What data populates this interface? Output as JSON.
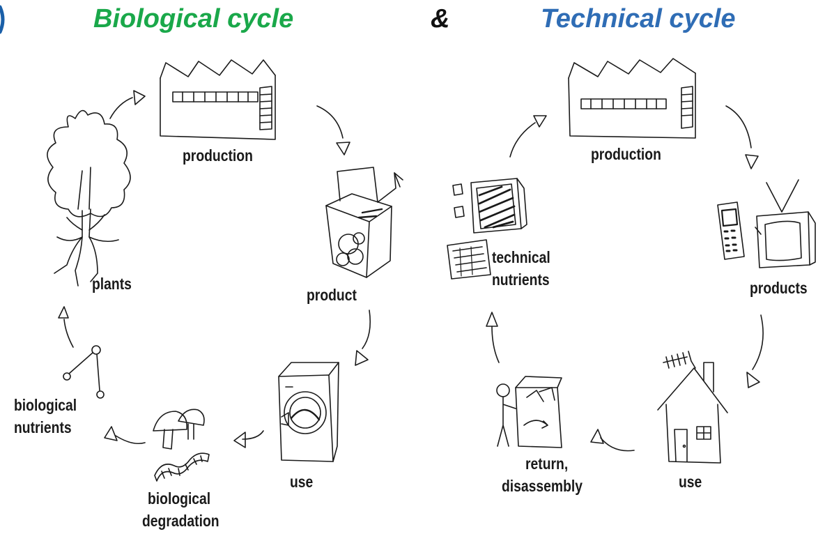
{
  "titles": {
    "biological": "Biological cycle",
    "ampersand": "&",
    "technical": "Technical cycle"
  },
  "colors": {
    "biological": "#1aa84a",
    "ampersand": "#111111",
    "technical": "#2f6db5",
    "ink": "#1a1a1a"
  },
  "biological_cycle": {
    "production": "production",
    "product": "product",
    "use": "use",
    "degradation_line1": "biological",
    "degradation_line2": "degradation",
    "nutrients_line1": "biological",
    "nutrients_line2": "nutrients",
    "plants": "plants"
  },
  "technical_cycle": {
    "production": "production",
    "products": "products",
    "use": "use",
    "return_line1": "return,",
    "return_line2": "disassembly",
    "nutrients_line1": "technical",
    "nutrients_line2": "nutrients"
  },
  "icons": [
    "factory-icon",
    "box-product-icon",
    "washing-machine-icon",
    "mushroom-icon",
    "worm-icon",
    "molecule-icon",
    "tree-icon",
    "phone-icon",
    "tv-icon",
    "house-icon",
    "recycling-person-icon",
    "monitor-icon",
    "circuit-board-icon"
  ]
}
